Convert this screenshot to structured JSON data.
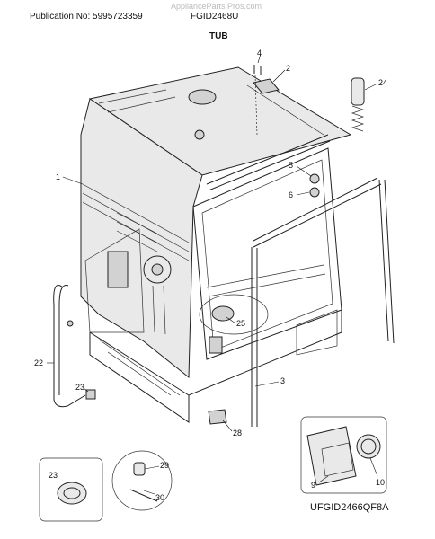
{
  "header": {
    "publication": "Publication No: 5995723359",
    "model": "FGID2468U",
    "watermark": "ApplianceParts Pros.com"
  },
  "section_title": "TUB",
  "drawing_id": "UFGID2466QF8A",
  "callouts": [
    {
      "id": "c1",
      "label": "1"
    },
    {
      "id": "c2",
      "label": "2"
    },
    {
      "id": "c3",
      "label": "3"
    },
    {
      "id": "c4",
      "label": "4"
    },
    {
      "id": "c5",
      "label": "5"
    },
    {
      "id": "c6",
      "label": "6"
    },
    {
      "id": "c9",
      "label": "9"
    },
    {
      "id": "c10",
      "label": "10"
    },
    {
      "id": "c22",
      "label": "22"
    },
    {
      "id": "c23a",
      "label": "23"
    },
    {
      "id": "c23b",
      "label": "23"
    },
    {
      "id": "c24",
      "label": "24"
    },
    {
      "id": "c25",
      "label": "25"
    },
    {
      "id": "c28",
      "label": "28"
    },
    {
      "id": "c29",
      "label": "29"
    },
    {
      "id": "c30",
      "label": "30"
    }
  ]
}
